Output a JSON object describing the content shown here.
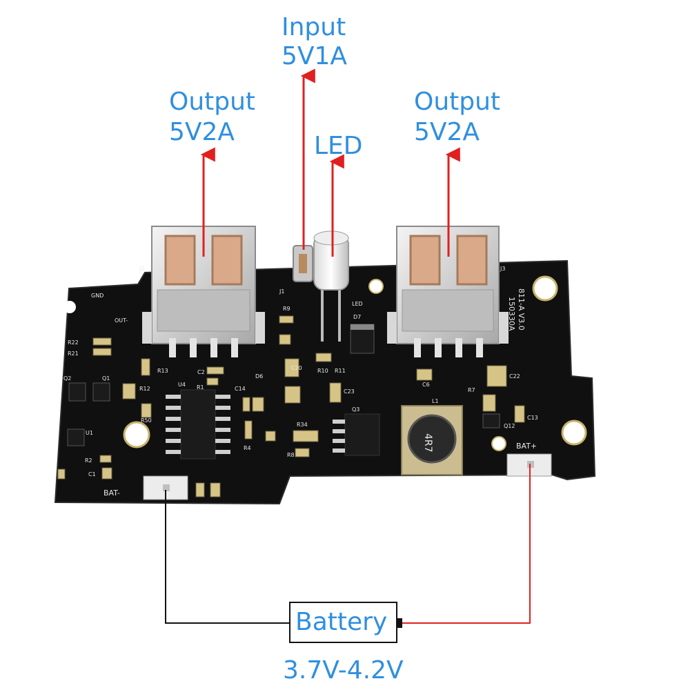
{
  "labels": {
    "input_title": "Input",
    "input_value": "5V1A",
    "output_left_title": "Output",
    "output_left_value": "5V2A",
    "output_right_title": "Output",
    "output_right_value": "5V2A",
    "led": "LED",
    "battery": "Battery",
    "battery_voltage": "3.7V-4.2V"
  },
  "board_markings": {
    "model": "811-A V3.0",
    "date_code": "150330A",
    "inductor": "4R7",
    "bat_plus": "BAT+",
    "bat_minus": "BAT-",
    "gnd": "GND",
    "out_minus": "OUT-",
    "j1": "J1",
    "j2": "J2",
    "j3": "J3",
    "r9": "R9",
    "r10": "R10",
    "r11": "R11",
    "led_silk": "LED",
    "d7": "D7",
    "r22": "R22",
    "r21": "R21",
    "r13": "R13",
    "c2": "C2",
    "d6": "D6",
    "c20": "C20",
    "c6": "C6",
    "c22": "C22",
    "r7": "R7",
    "c13": "C13",
    "q12": "Q12",
    "q2": "Q2",
    "q1": "Q1",
    "u4": "U4",
    "r12": "R12",
    "r50": "R50",
    "u1": "U1",
    "r2": "R2",
    "c1": "C1",
    "r1": "R1",
    "c14": "C14",
    "r34": "R34",
    "q3": "Q3",
    "r8": "R8",
    "r4": "R4",
    "l1": "L1",
    "c23": "C23"
  },
  "colors": {
    "label_blue": "#2f8fe0",
    "arrow_red": "#e0201f",
    "board_black": "#101010",
    "wire_black": "#111111"
  }
}
